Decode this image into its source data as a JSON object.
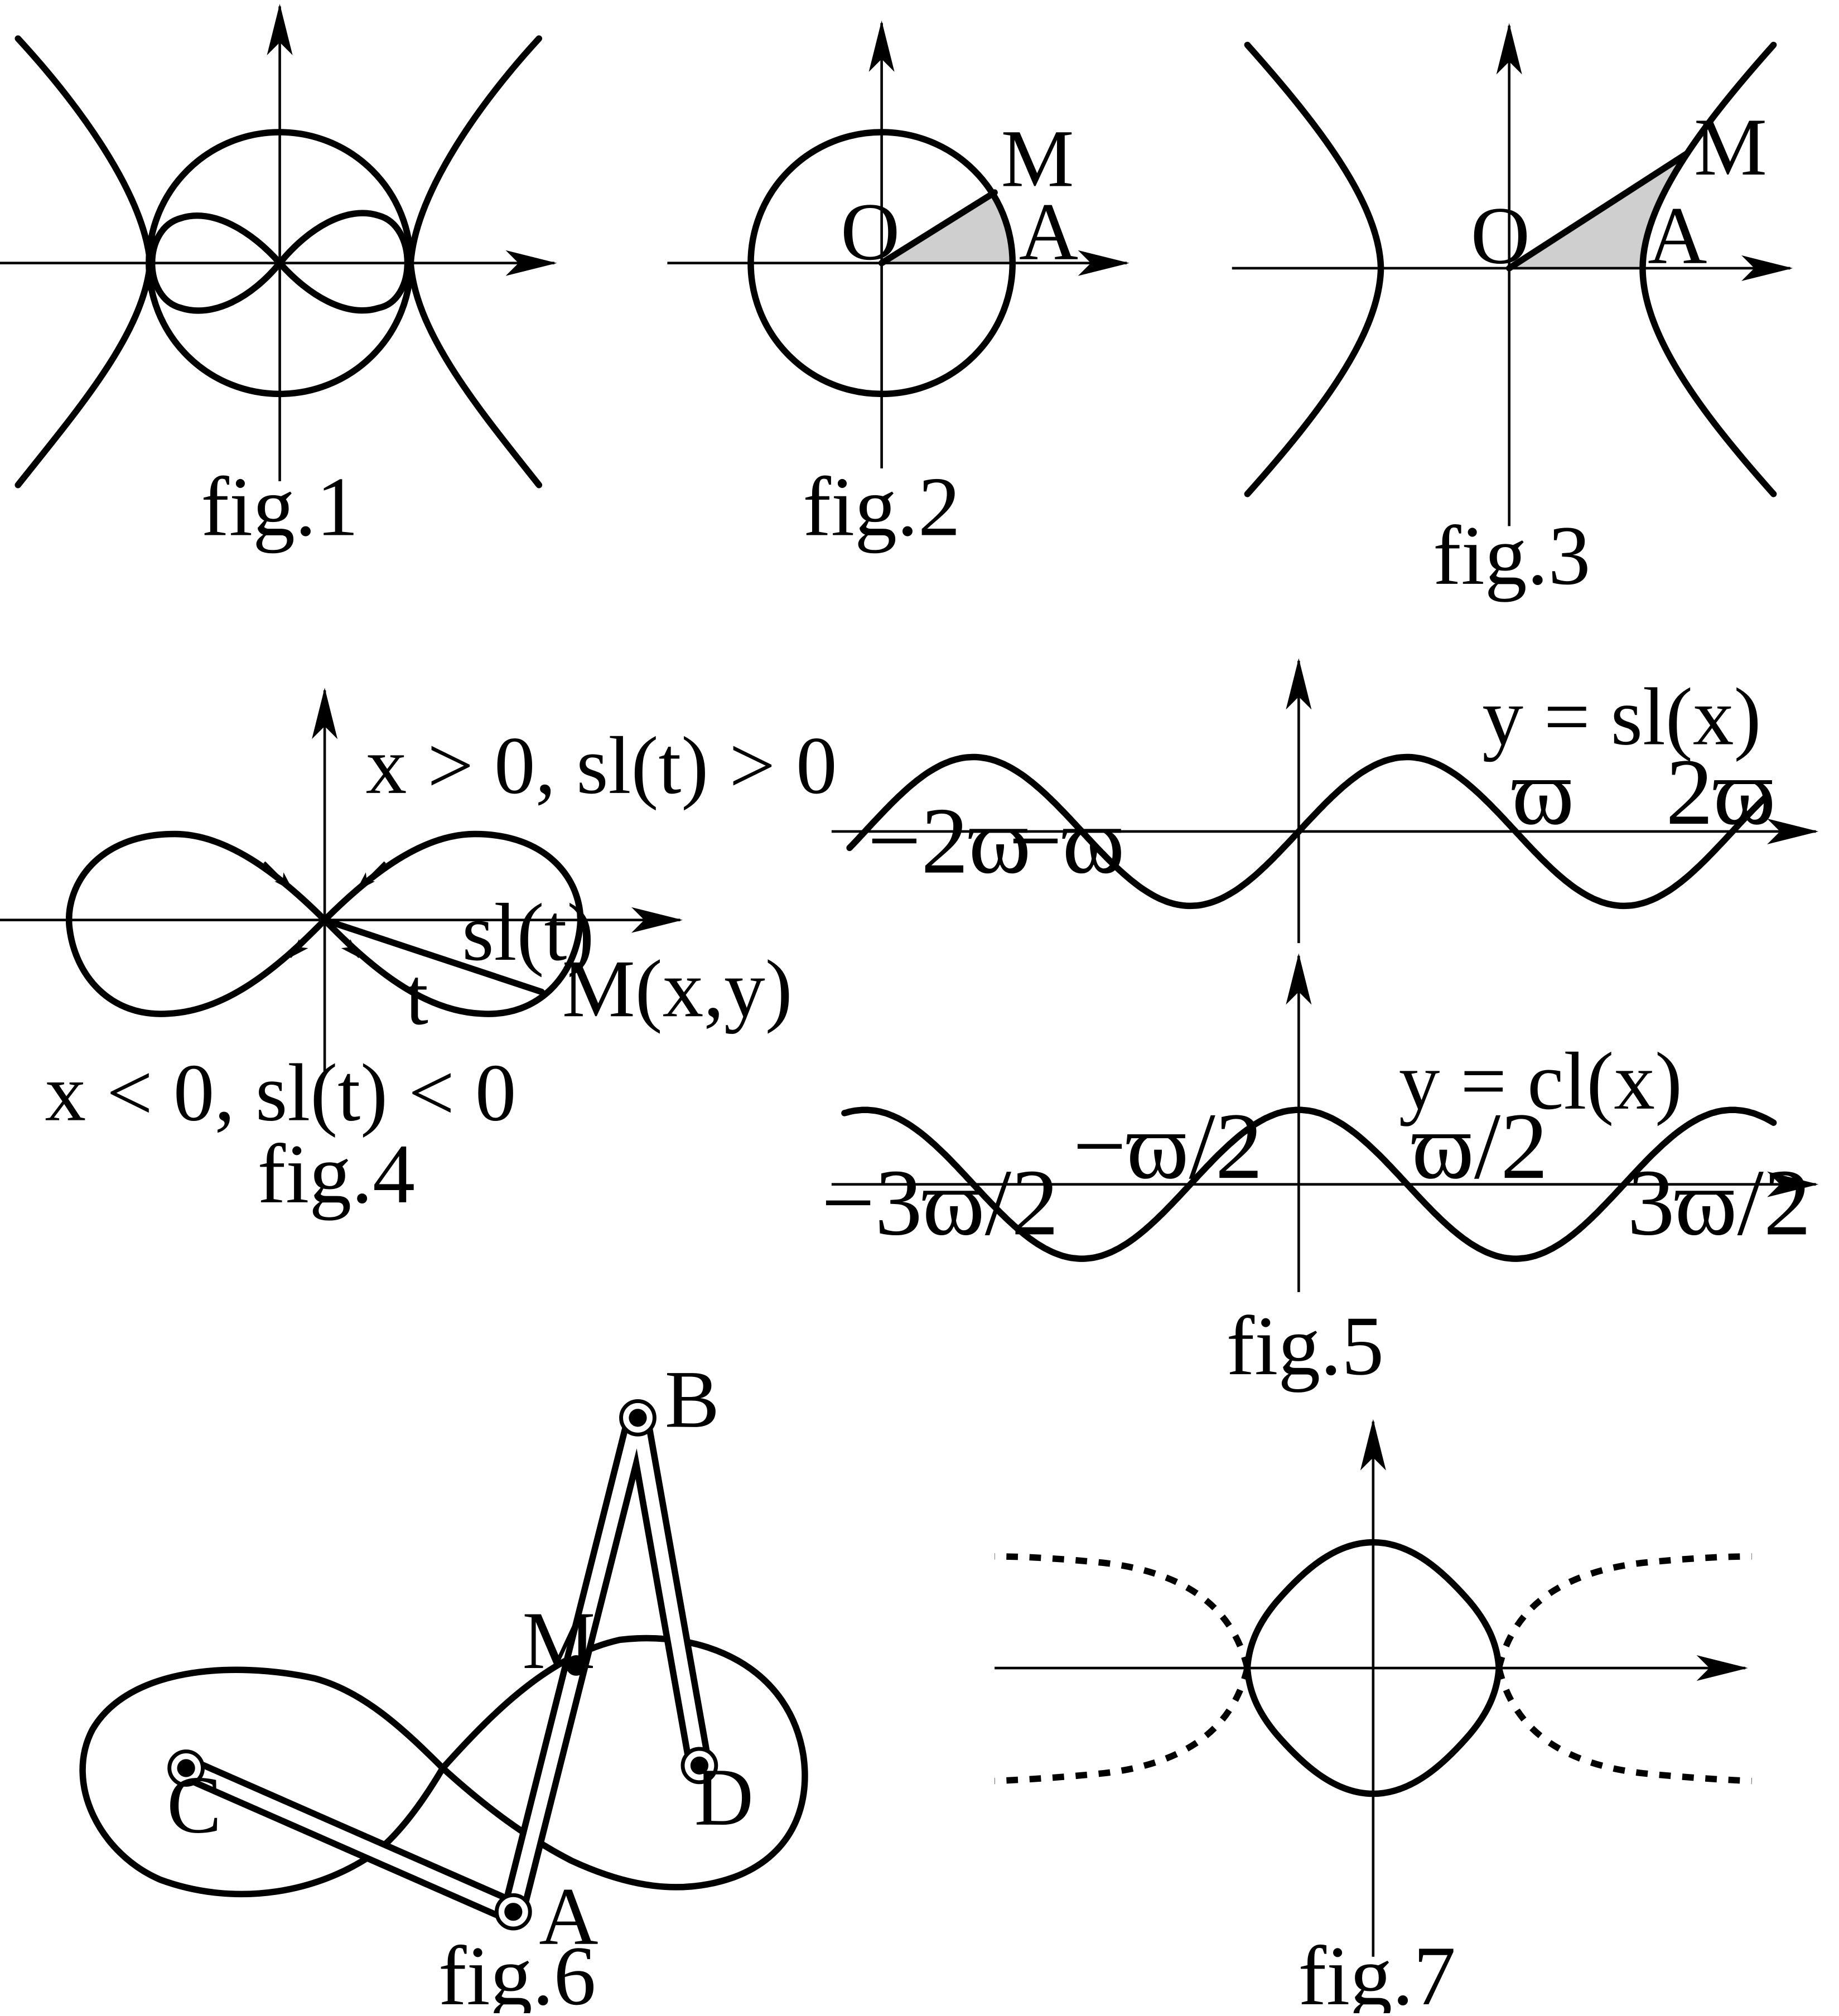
{
  "figures": {
    "fig1": {
      "caption": "fig.1"
    },
    "fig2": {
      "caption": "fig.2",
      "label_O": "O",
      "label_M": "M",
      "label_A": "A"
    },
    "fig3": {
      "caption": "fig.3",
      "label_O": "O",
      "label_M": "M",
      "label_A": "A"
    },
    "fig4": {
      "caption": "fig.4",
      "note_top": "x > 0,  sl(t) > 0",
      "note_bottom": "x < 0,  sl(t) < 0",
      "label_slt": "sl(t)",
      "label_t": "t",
      "label_M": "M(x,y)"
    },
    "fig5": {
      "caption": "fig.5",
      "top": {
        "formula": "y = sl(x)",
        "ticks": [
          "−2ϖ",
          "−ϖ",
          "ϖ",
          "2ϖ"
        ]
      },
      "bottom": {
        "formula": "y = cl(x)",
        "ticks": [
          "−3ϖ/2",
          "−ϖ/2",
          "ϖ/2",
          "3ϖ/2"
        ]
      }
    },
    "fig6": {
      "caption": "fig.6",
      "label_A": "A",
      "label_B": "B",
      "label_C": "C",
      "label_D": "D",
      "label_M": "M"
    },
    "fig7": {
      "caption": "fig.7"
    }
  }
}
